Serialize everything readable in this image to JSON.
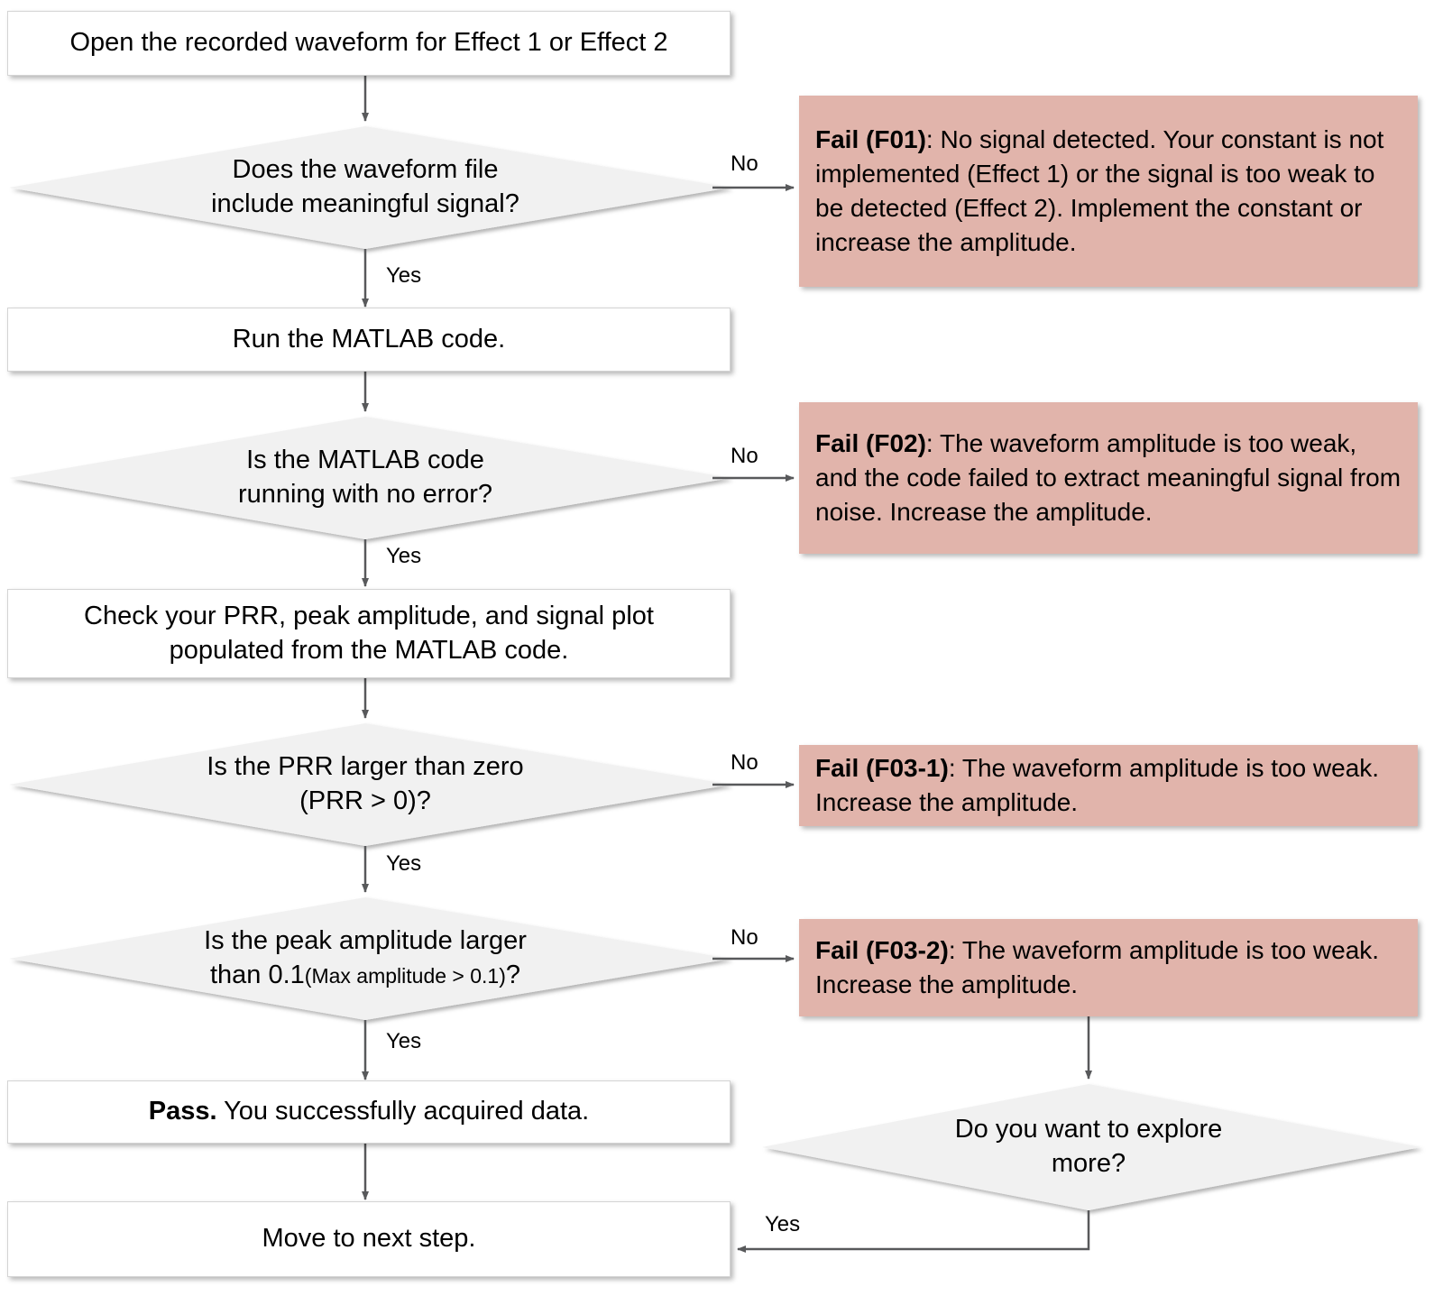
{
  "diagram": {
    "title": "Waveform data acquisition troubleshooting flowchart",
    "colors": {
      "fail_box_fill": "#e1b4ab",
      "decision_fill": "#f1f1f1",
      "process_fill": "#ffffff",
      "connector": "#58595b",
      "text": "#000000"
    }
  },
  "nodes": {
    "start": {
      "type": "process",
      "text": "Open the recorded waveform for Effect 1 or Effect 2"
    },
    "d1": {
      "type": "decision",
      "line1": "Does the waveform file",
      "line2": "include meaningful signal?"
    },
    "f01": {
      "type": "fail",
      "label": "Fail (F01)",
      "separator": ": ",
      "text": "No signal detected. Your constant is not implemented (Effect 1) or the signal is too weak to be detected (Effect 2). Implement the constant or increase the amplitude."
    },
    "p2": {
      "type": "process",
      "text": "Run the MATLAB code."
    },
    "d2": {
      "type": "decision",
      "line1": "Is the MATLAB code",
      "line2": "running with no error?"
    },
    "f02": {
      "type": "fail",
      "label": "Fail (F02)",
      "separator": ": ",
      "text": "The waveform amplitude is too weak, and the code failed to extract meaningful signal from noise. Increase the amplitude."
    },
    "p3": {
      "type": "process",
      "line1": "Check your PRR, peak amplitude, and signal plot",
      "line2": "populated from the MATLAB code."
    },
    "d3": {
      "type": "decision",
      "line1": "Is the PRR  larger than zero",
      "line2": "(PRR > 0)?"
    },
    "f031": {
      "type": "fail",
      "label": "Fail (F03-1)",
      "separator": ": ",
      "text": "The waveform amplitude is too weak. Increase the amplitude."
    },
    "d4": {
      "type": "decision",
      "line1": "Is the peak amplitude larger",
      "line2_main": "than 0.1",
      "line2_note": "(Max amplitude > 0.1)",
      "line2_tail": "?"
    },
    "f032": {
      "type": "fail",
      "label": "Fail (F03-2)",
      "separator": ": ",
      "text": "The waveform amplitude is too weak. Increase the amplitude."
    },
    "pass": {
      "type": "process",
      "label": "Pass.",
      "text": " You successfully acquired data."
    },
    "d5": {
      "type": "decision",
      "line1": "Do you want to explore",
      "line2": "more?"
    },
    "next": {
      "type": "process",
      "text": "Move to next step."
    }
  },
  "edge_labels": {
    "yes1": "Yes",
    "no1": "No",
    "yes2": "Yes",
    "no2": "No",
    "yes3": "Yes",
    "no3": "No",
    "yes4": "Yes",
    "no4": "No",
    "yes5": "Yes"
  }
}
